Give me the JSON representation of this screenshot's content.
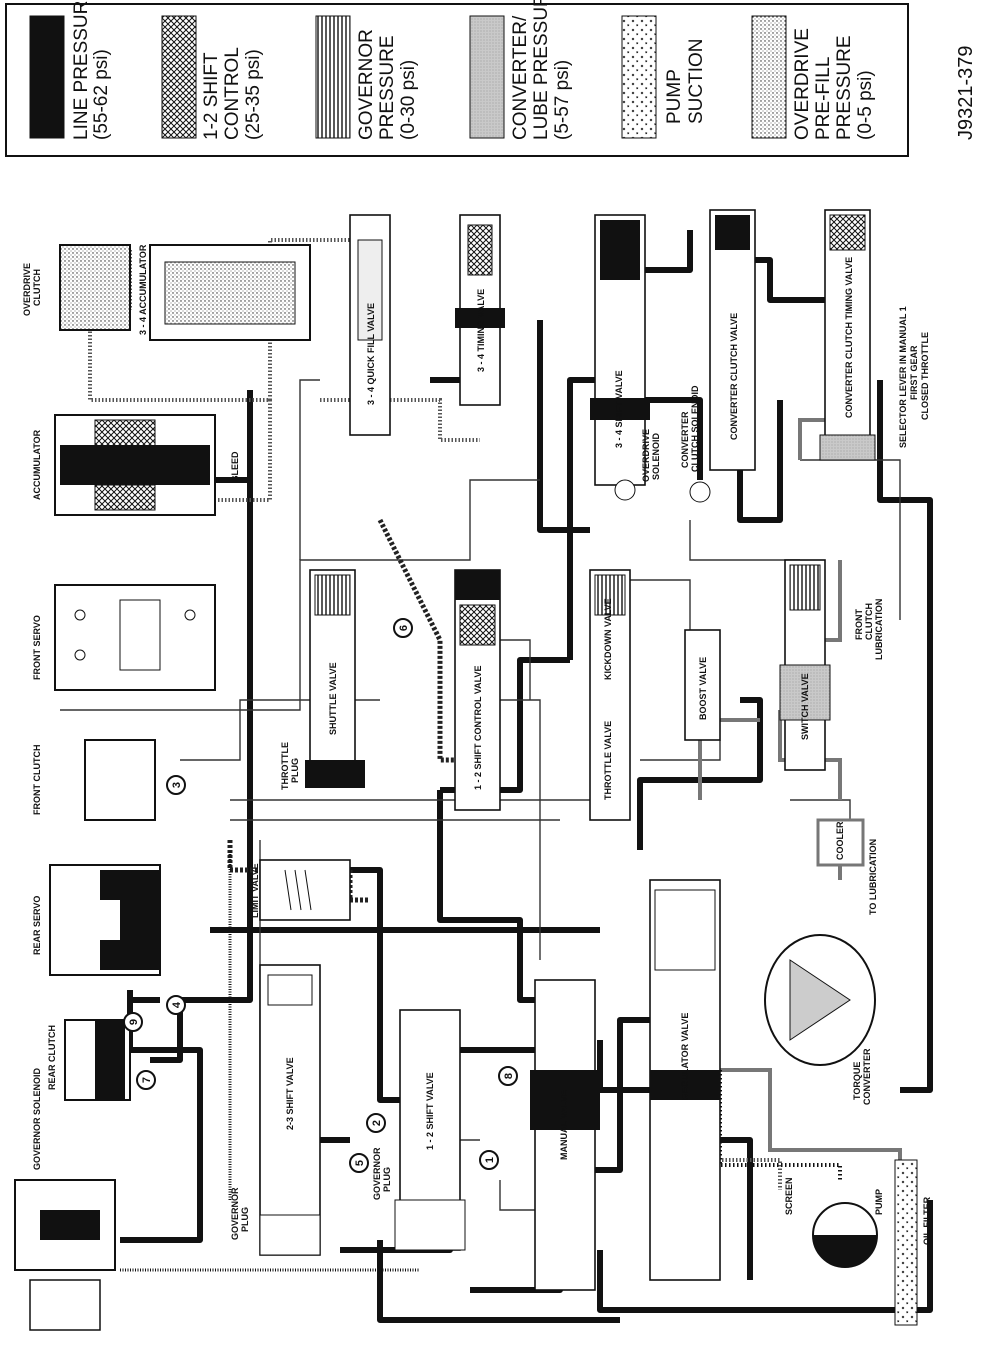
{
  "figure_id": "J9321-379",
  "legend": [
    {
      "id": "line",
      "line1": "LINE PRESSURE",
      "line2": "(55-62 psi)",
      "line3": "",
      "pattern": "solid"
    },
    {
      "id": "shift12",
      "line1": "1-2 SHIFT",
      "line2": "CONTROL",
      "line3": "(25-35 psi)",
      "pattern": "crosshatch"
    },
    {
      "id": "governor",
      "line1": "GOVERNOR",
      "line2": "PRESSURE",
      "line3": "(0-30 psi)",
      "pattern": "stripes"
    },
    {
      "id": "converter",
      "line1": "CONVERTER/",
      "line2": "LUBE PRESSURE",
      "line3": "(5-57 psi)",
      "pattern": "grey"
    },
    {
      "id": "suction",
      "line1": "PUMP",
      "line2": "SUCTION",
      "line3": "",
      "pattern": "crosses"
    },
    {
      "id": "overdrive",
      "line1": "OVERDRIVE",
      "line2": "PRE-FILL",
      "line3": "PRESSURE",
      "line4": "(0-5 psi)",
      "pattern": "dots"
    }
  ],
  "labels": {
    "overdrive_clutch": [
      "OVERDRIVE",
      "CLUTCH"
    ],
    "accum34": "3 - 4 ACCUMULATOR",
    "accumulator": "ACCUMULATOR",
    "bleed": "BLEED",
    "front_servo": "FRONT SERVO",
    "front_clutch": "FRONT CLUTCH",
    "rear_servo": "REAR SERVO",
    "rear_clutch": "REAR CLUTCH",
    "governor_solenoid": "GOVERNOR SOLENOID",
    "quick_fill": "3 - 4 QUICK FILL VALVE",
    "timing34": "3 - 4 TIMING VALVE",
    "shift34": "3 - 4 SHIFT VALVE",
    "overdrive_solenoid": [
      "OVERDRIVE",
      "SOLENOID"
    ],
    "converter_clutch_solenoid": [
      "CONVERTER",
      "CLUTCH SOLENOID"
    ],
    "converter_clutch_valve": "CONVERTER CLUTCH VALVE",
    "cc_timing_valve": "CONVERTER CLUTCH TIMING VALVE",
    "selector": [
      "SELECTOR LEVER IN MANUAL 1",
      "FIRST GEAR",
      "CLOSED THROTTLE"
    ],
    "shuttle_valve": "SHUTTLE VALVE",
    "throttle_plug": [
      "THROTTLE",
      "PLUG"
    ],
    "shift12_control_valve": "1 - 2 SHIFT CONTROL VALVE",
    "kickdown_valve": "KICKDOWN VALVE",
    "throttle_valve": "THROTTLE VALVE",
    "boost_valve": "BOOST VALVE",
    "switch_valve": "SWITCH VALVE",
    "front_clutch_lub": [
      "FRONT",
      "CLUTCH",
      "LUBRICATION"
    ],
    "cooler": "COOLER",
    "to_lubrication": "TO LUBRICATION",
    "limit_valve": "LIMIT VALVE",
    "shift23": "2-3 SHIFT VALVE",
    "shift12": "1 - 2 SHIFT VALVE",
    "governor_plug": [
      "GOVERNOR",
      "PLUG"
    ],
    "manual_valve": "MANUAL VALVE",
    "regulator_valve": "REGULATOR VALVE",
    "torque_converter": [
      "TORQUE",
      "CONVERTER"
    ],
    "screen": "SCREEN",
    "pump": "PUMP",
    "oil_filter": "OIL FILTER"
  },
  "circle_numbers": [
    "1",
    "2",
    "3",
    "4",
    "5",
    "6",
    "7",
    "8",
    "9"
  ]
}
